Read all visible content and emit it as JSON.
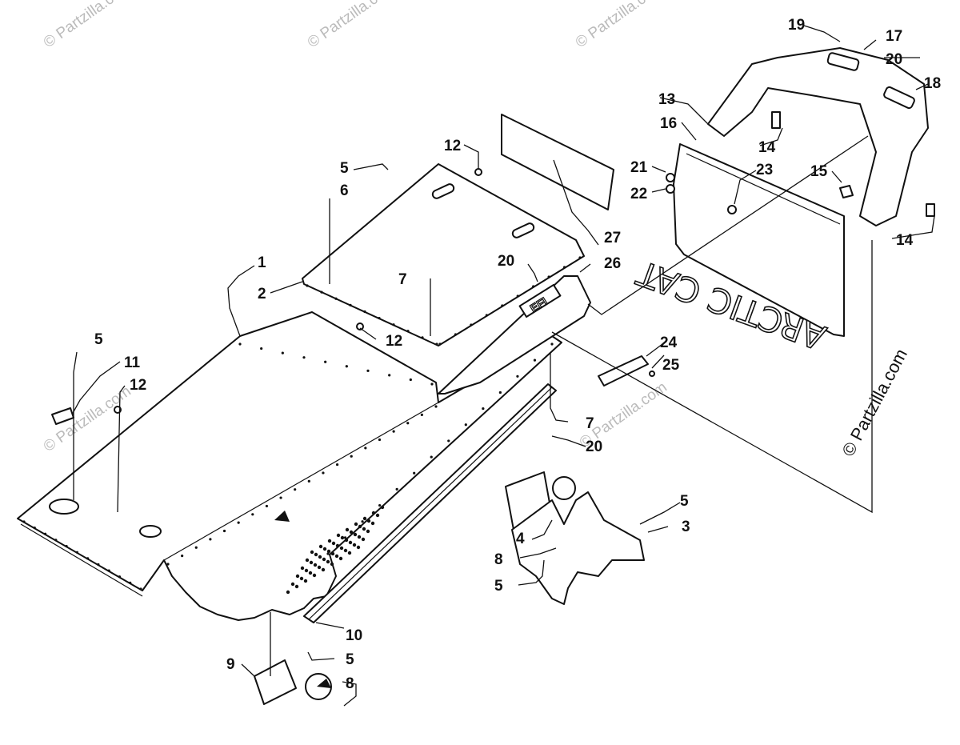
{
  "copyright": "© Partzilla.com",
  "watermark": "© Partzilla.com",
  "emboss_text": "ARCTIC CAT",
  "decal_text": "EFI",
  "callouts": {
    "c1": "1",
    "c2": "2",
    "c3": "3",
    "c4": "4",
    "c5a": "5",
    "c5b": "5",
    "c5c": "5",
    "c5d": "5",
    "c5e": "5",
    "c6": "6",
    "c7a": "7",
    "c7b": "7",
    "c8a": "8",
    "c8b": "8",
    "c9": "9",
    "c10": "10",
    "c11": "11",
    "c12a": "12",
    "c12b": "12",
    "c12c": "12",
    "c13": "13",
    "c14a": "14",
    "c14b": "14",
    "c15": "15",
    "c16": "16",
    "c17": "17",
    "c18": "18",
    "c19": "19",
    "c20a": "20",
    "c20b": "20",
    "c20c": "20",
    "c21": "21",
    "c22": "22",
    "c23": "23",
    "c24": "24",
    "c25": "25",
    "c26": "26",
    "c27": "27"
  }
}
